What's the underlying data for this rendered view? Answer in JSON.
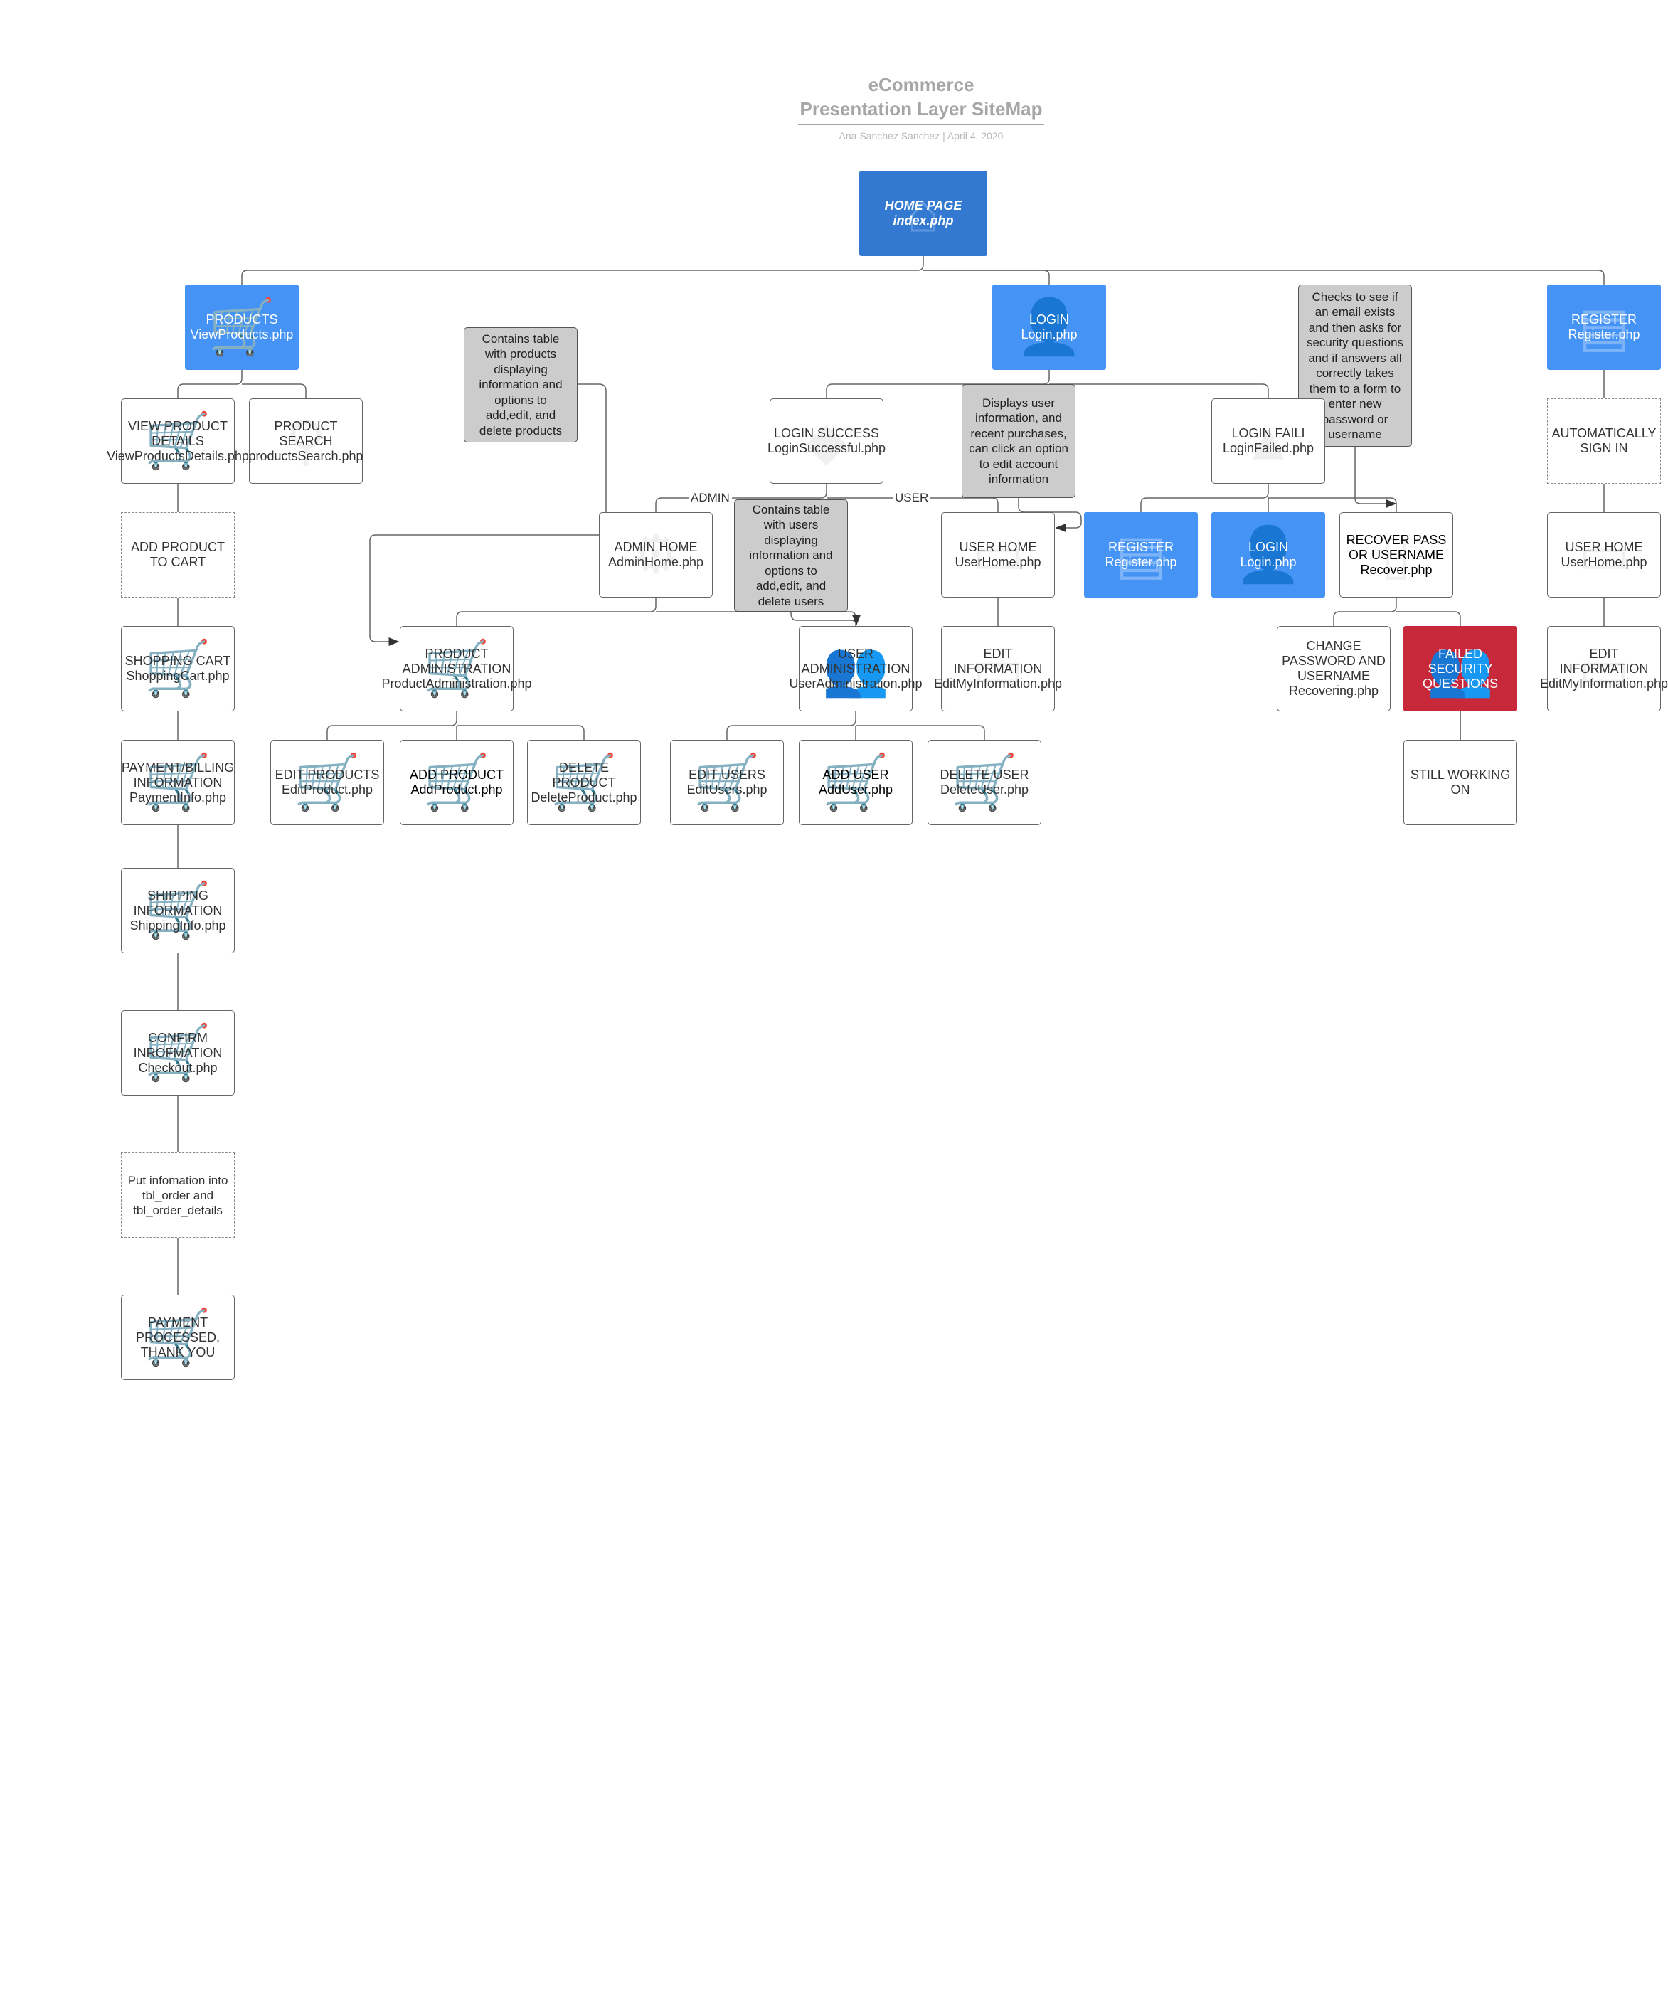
{
  "title": {
    "line1": "eCommerce",
    "line2": "Presentation Layer SiteMap",
    "byline": "Ana Sanchez Sanchez  |  April 4, 2020"
  },
  "nodes": {
    "home": {
      "l1": "HOME PAGE",
      "l2": "index.php",
      "icon": "home-icon"
    },
    "products": {
      "l1": "PRODUCTS",
      "l2": "ViewProducts.php",
      "icon": "cart-icon"
    },
    "login": {
      "l1": "LOGIN",
      "l2": "Login.php",
      "icon": "user-key-icon"
    },
    "register": {
      "l1": "REGISTER",
      "l2": "Register.php",
      "icon": "form-icon"
    },
    "view_details": {
      "l1": "VIEW PRODUCT",
      "l2": "DETAILS",
      "l3": "ViewProductsDetails.php"
    },
    "product_search": {
      "l1": "PRODUCT",
      "l2": "SEARCH",
      "l3": "productsSearch.php"
    },
    "add_to_cart": {
      "l1": "ADD PRODUCT",
      "l2": "TO CART"
    },
    "shopping_cart": {
      "l1": "SHOPPING CART",
      "l2": "ShoppingCart.php"
    },
    "payment": {
      "l1": "PAYMENT/BILLING",
      "l2": "INFORMATION",
      "l3": "PaymentInfo.php"
    },
    "shipping": {
      "l1": "SHIPPING",
      "l2": "INFORMATION",
      "l3": "ShippingInfo.php"
    },
    "confirm": {
      "l1": "CONFIRM",
      "l2": "INROFMATION",
      "l3": "Checkout.php"
    },
    "put_info": {
      "l1": "Put infomation into",
      "l2": "tbl_order and",
      "l3": "tbl_order_details"
    },
    "processed": {
      "l1": "PAYMENT",
      "l2": "PROCESSED,",
      "l3": "THANK YOU"
    },
    "login_success": {
      "l1": "LOGIN SUCCESS",
      "l2": "LoginSuccessful.php"
    },
    "login_failed": {
      "l1": "LOGIN FAILI",
      "l2": "LoginFailed.php"
    },
    "admin_home": {
      "l1": "ADMIN HOME",
      "l2": "AdminHome.php"
    },
    "user_home": {
      "l1": "USER HOME",
      "l2": "UserHome.php"
    },
    "register2": {
      "l1": "REGISTER",
      "l2": "Register.php",
      "icon": "form-icon"
    },
    "login2": {
      "l1": "LOGIN",
      "l2": "Login.php",
      "icon": "user-key-icon"
    },
    "recover": {
      "l1": "RECOVER PASS",
      "l2": "OR USERNAME",
      "l3": "Recover.php"
    },
    "auto_sign": {
      "l1": "AUTOMATICALLY",
      "l2": "SIGN IN"
    },
    "user_home_r": {
      "l1": "USER HOME",
      "l2": "UserHome.php"
    },
    "prod_admin": {
      "l1": "PRODUCT",
      "l2": "ADMINISTRATION",
      "l3": "ProductAdministration.php"
    },
    "user_admin": {
      "l1": "USER",
      "l2": "ADMINISTRATION",
      "l3": "UserAdministration.php"
    },
    "edit_info": {
      "l1": "EDIT",
      "l2": "INFORMATION",
      "l3": "EditMyInformation.php"
    },
    "change_pass": {
      "l1": "CHANGE",
      "l2": "PASSWORD AND",
      "l3": "USERNAME",
      "l4": "Recovering.php"
    },
    "failed_sec": {
      "l1": "FAILED",
      "l2": "SECURITY",
      "l3": "QUESTIONS",
      "icon": "users-key-icon"
    },
    "edit_info_r": {
      "l1": "EDIT",
      "l2": "INFORMATION",
      "l3": "EditMyInformation.php"
    },
    "edit_products": {
      "l1": "EDIT PRODUCTS",
      "l2": "EditProduct.php"
    },
    "add_product": {
      "l1": "ADD PRODUCT",
      "l2": "AddProduct.php"
    },
    "delete_product": {
      "l1": "DELETE",
      "l2": "PRODUCT",
      "l3": "DeleteProduct.php"
    },
    "edit_users": {
      "l1": "EDIT USERS",
      "l2": "EditUsers.php"
    },
    "add_user": {
      "l1": "ADD USER",
      "l2": "AddUser.php"
    },
    "delete_user": {
      "l1": "DELETE USER",
      "l2": "DeleteUser.php"
    },
    "still_working": {
      "l1": "STILL WORKING",
      "l2": "ON"
    }
  },
  "notes": {
    "products_table": [
      "Contains table",
      "with products",
      "displaying",
      "information and",
      "options to",
      "add,edit, and",
      "delete products"
    ],
    "user_info": [
      "Displays user",
      "information, and",
      "recent purchases,",
      "can click an option",
      "to edit account",
      "information"
    ],
    "email_check": [
      "Checks to see if",
      "an email exists",
      "and then asks for",
      "security questions",
      "and if answers all",
      "correctly takes",
      "them to a form to",
      "enter new",
      "password or",
      "username"
    ],
    "users_table": [
      "Contains table",
      "with users",
      "displaying",
      "information and",
      "options to",
      "add,edit, and",
      "delete users"
    ]
  },
  "edge_labels": {
    "admin": "ADMIN",
    "user": "USER"
  },
  "colors": {
    "blue": "#4594f5",
    "dark_blue": "#3479d1",
    "red": "#c7283a",
    "note_gray": "#cccccc",
    "line": "#666666"
  }
}
